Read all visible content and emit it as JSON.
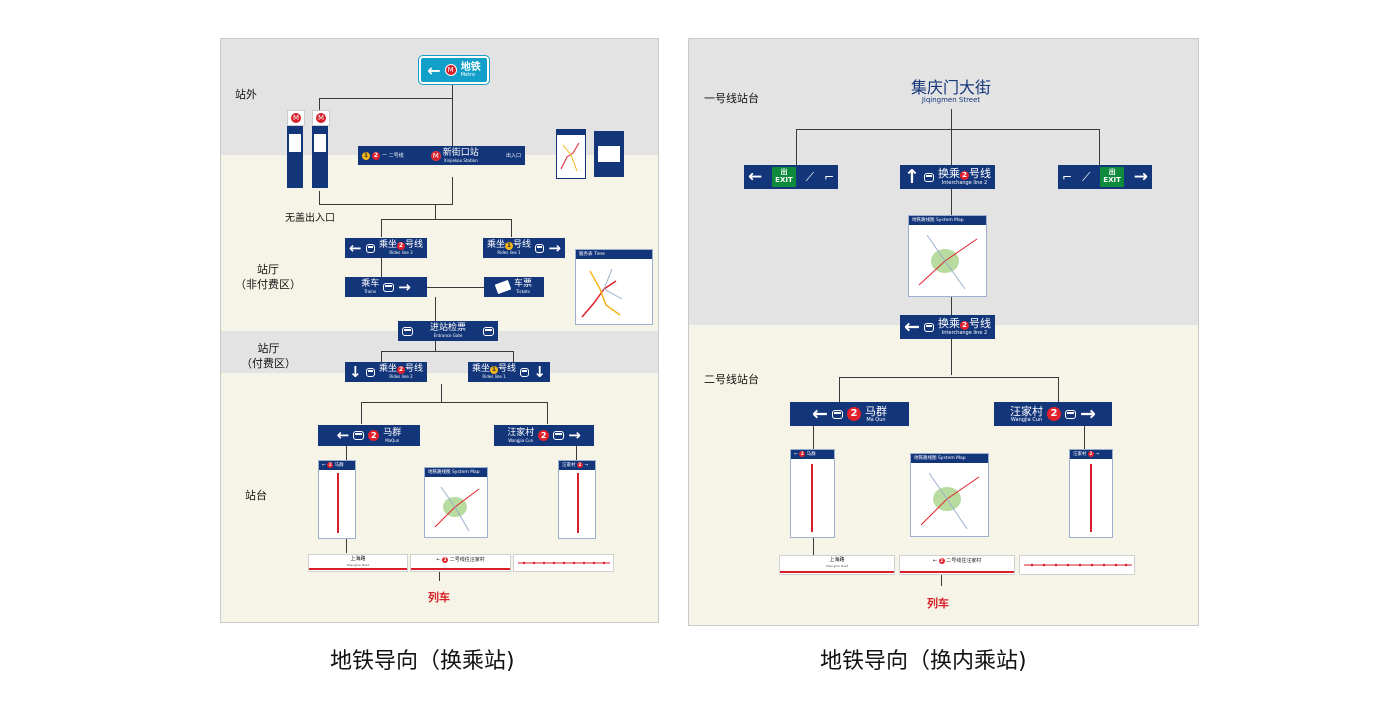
{
  "left": {
    "zones": {
      "outside": "站外",
      "hall_unpaid": [
        "站厅",
        "（非付费区）"
      ],
      "hall_paid": [
        "站厅",
        "（付费区）"
      ],
      "platform": "站台",
      "entrance_note": "无盖出入口"
    },
    "metro_sign": {
      "cn": "地铁",
      "en": "Metro"
    },
    "station_banner": {
      "cn": "新街口站",
      "en": "Xinjiekou Station",
      "lines": "一 二号线",
      "entrance": "出入口"
    },
    "sign_line3": {
      "prefix": "乘坐",
      "suffix": "号线",
      "line": "2",
      "en": "Rides line 3"
    },
    "sign_line1": {
      "prefix": "乘坐",
      "suffix": "号线",
      "line": "1",
      "en": "Rides line 1"
    },
    "sign_board": {
      "cn": "乘车",
      "en": "Trains"
    },
    "sign_ticket": {
      "cn": "车票",
      "en": "Tickets"
    },
    "sign_gate": {
      "cn": "进站检票",
      "en": "Entrance Gate"
    },
    "sign_paid_line2": {
      "prefix": "乘坐",
      "suffix": "号线",
      "line": "2",
      "en": "Rides line 2"
    },
    "sign_paid_line1": {
      "prefix": "乘坐",
      "suffix": "号线",
      "line": "1",
      "en": "Rides line 1"
    },
    "sign_maqun": {
      "cn": "马群",
      "en": "MaQun",
      "line": "2"
    },
    "sign_wangjia": {
      "cn": "汪家村",
      "en": "Wangjia Cun",
      "line": "2"
    },
    "timetable": {
      "cn": "服务表",
      "en": "Time"
    },
    "system_map": {
      "cn": "地铁路线图",
      "en": "System Map"
    },
    "route_maqun": {
      "cn": "马群",
      "line": "2"
    },
    "route_wangjia": {
      "cn": "汪家村",
      "line": "2"
    },
    "strip_shanghai": {
      "cn": "上海路",
      "en": "Shanghai Road"
    },
    "strip_direction": {
      "cn": "二号线往汪家村",
      "line": "2"
    },
    "train": "列车",
    "caption": "地铁导向（换乘站)"
  },
  "right": {
    "zones": {
      "line1_platform": "一号线站台",
      "line2_platform": "二号线站台"
    },
    "station": {
      "cn": "集庆门大街",
      "en": "Jiqingmen Street"
    },
    "exit_label": "出",
    "exit_en": "EXIT",
    "sign_interchange_top": {
      "prefix": "换乘",
      "suffix": "号线",
      "line": "2",
      "en": "Interchange line 2"
    },
    "system_map": {
      "cn": "地铁路线图",
      "en": "System Map"
    },
    "sign_interchange_mid": {
      "prefix": "换乘",
      "suffix": "号线",
      "line": "2",
      "en": "Interchange line 2"
    },
    "sign_maqun": {
      "cn": "马群",
      "en": "Ma Qun",
      "line": "2"
    },
    "sign_wangjia": {
      "cn": "汪家村",
      "en": "Wangjia Cun",
      "line": "2"
    },
    "route_maqun": {
      "cn": "马群",
      "line": "2"
    },
    "route_wangjia": {
      "cn": "汪家村",
      "line": "2"
    },
    "strip_shanghai": {
      "cn": "上海路",
      "en": "Shanghai Road"
    },
    "strip_direction": {
      "cn": "二号线往汪家村",
      "line": "2"
    },
    "train": "列车",
    "caption": "地铁导向（换内乘站)"
  },
  "colors": {
    "sign_blue": "#13357a",
    "metro_cyan": "#129fc9",
    "line_red": "#e2212c",
    "line_yellow": "#f2b619",
    "exit_green": "#0e8a3c",
    "zone_gray": "#e3e3e3",
    "zone_cream": "#f6f4e6"
  }
}
